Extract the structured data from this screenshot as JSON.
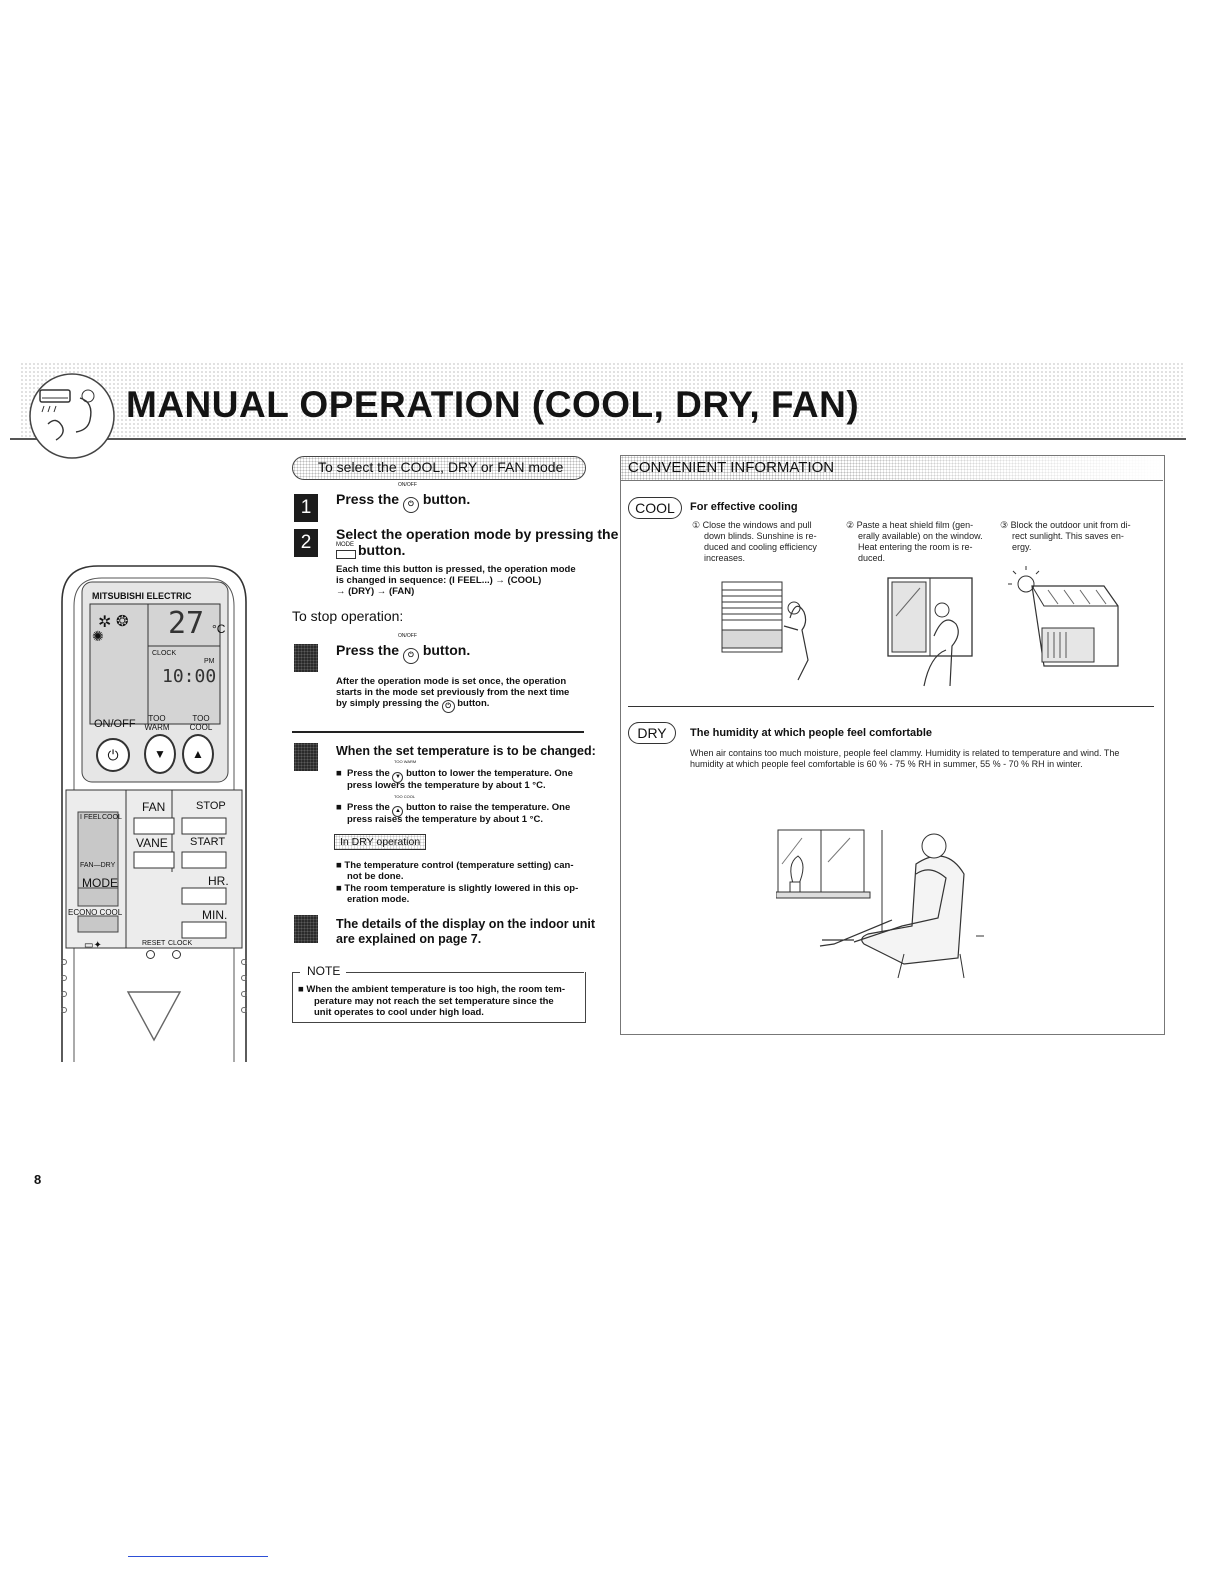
{
  "header": {
    "title": "MANUAL OPERATION (COOL, DRY, FAN)"
  },
  "remote": {
    "brand": "MITSUBISHI ELECTRIC",
    "temp_display": "27",
    "temp_unit": "°C",
    "clock_label": "CLOCK",
    "pm_label": "PM",
    "time_display": "10:00",
    "onoff_label": "ON/OFF",
    "too_warm": "TOO WARM",
    "too_cool": "TOO COOL",
    "fan_label": "FAN",
    "stop_label": "STOP",
    "vane_label": "VANE",
    "start_label": "START",
    "ifeel_label": "I FEEL",
    "cool_label": "COOL",
    "fandry_label": "FAN—DRY",
    "mode_label": "MODE",
    "hr_label": "HR.",
    "econocool_label": "ECONO COOL",
    "min_label": "MIN.",
    "reset_label": "RESET",
    "clock_btn_label": "CLOCK"
  },
  "select_section": {
    "title": "To select the COOL, DRY or FAN mode",
    "onoff_small": "ON/OFF",
    "step1_num": "1",
    "step1_pre": "Press the",
    "step1_post": "button.",
    "step2_num": "2",
    "step2_text": "Select the operation mode by pressing the",
    "mode_small": "MODE",
    "step2_post": "button.",
    "step2_sub1": "Each time this button is pressed, the operation mode",
    "step2_sub2": "is changed in sequence: (I FEEL...) → (COOL)",
    "step2_sub3": "→ (DRY) → (FAN)"
  },
  "stop_section": {
    "title": "To stop operation:",
    "onoff_small": "ON/OFF",
    "press_pre": "Press the",
    "press_post": "button.",
    "after1": "After the operation mode is set once, the operation",
    "after2": "starts in the mode set previously from the next time",
    "after3": "by simply pressing the",
    "after3_post": "button."
  },
  "temp_section": {
    "title": "When the set temperature is to be changed:",
    "too_warm_small": "TOO WARM",
    "too_cool_small": "TOO COOL",
    "bullet1a": "Press the",
    "bullet1b": "button to lower the temperature. One",
    "bullet1c": "press lowers the temperature by about 1 °C.",
    "bullet2a": "Press the",
    "bullet2b": "button to raise the temperature. One",
    "bullet2c": "press raises the temperature by about 1 °C.",
    "dry_tag": "In DRY operation",
    "dry_b1a": "The temperature control (temperature setting) can-",
    "dry_b1b": "not be done.",
    "dry_b2a": "The room temperature is slightly lowered in this op-",
    "dry_b2b": "eration mode."
  },
  "details": {
    "line1": "The details of the display on the indoor unit",
    "line2": "are explained on page 7."
  },
  "note": {
    "label": "NOTE",
    "line1": "When the ambient temperature is too high, the room tem-",
    "line2": "perature may not reach the set temperature since the",
    "line3": "unit operates to cool under high load."
  },
  "convenient": {
    "title": "CONVENIENT INFORMATION",
    "cool_tag": "COOL",
    "cool_heading": "For effective cooling",
    "c1": [
      "① Close the windows and pull",
      "down blinds. Sunshine is re-",
      "duced and cooling efficiency",
      "increases."
    ],
    "c2": [
      "② Paste a heat shield film (gen-",
      "erally available) on the window.",
      "Heat entering the room is re-",
      "duced."
    ],
    "c3": [
      "③ Block the outdoor unit from di-",
      "rect sunlight. This saves en-",
      "ergy."
    ],
    "dry_tag": "DRY",
    "dry_heading": "The humidity at which people feel comfortable",
    "dry_line1": "When air contains too much moisture, people feel clammy. Humidity is related to temperature and wind. The",
    "dry_line2": "humidity at which people feel comfortable is 60 % - 75 % RH in summer, 55 % - 70 % RH in winter."
  },
  "footer": {
    "page_number": "8"
  }
}
